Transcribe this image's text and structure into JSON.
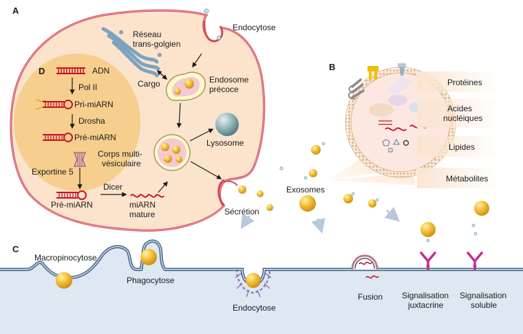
{
  "panels": {
    "a": "A",
    "b": "B",
    "c": "C",
    "d": "D"
  },
  "cell": {
    "endocytose": "Endocytose",
    "reseau_line1": "Réseau",
    "reseau_line2": "trans-golgien",
    "cargo": "Cargo",
    "endosome_line1": "Endosome",
    "endosome_line2": "précoce",
    "corps_line1": "Corps multi-",
    "corps_line2": "vésiculaire",
    "lysosome": "Lysosome",
    "secretion": "Sécrétion"
  },
  "mirna": {
    "adn": "ADN",
    "pol2": "Pol II",
    "pri": "Pri-miARN",
    "drosha": "Drosha",
    "pre1": "Pré-miARN",
    "exportine": "Exportine 5",
    "pre2": "Pré-miARN",
    "dicer": "Dicer",
    "mature_line1": "miARN",
    "mature_line2": "mature"
  },
  "exosome": {
    "label": "Exosomes",
    "contents": [
      "Protéines",
      "Acides nucléiques",
      "Lipides",
      "Métabolites"
    ],
    "contents_lines": [
      [
        "Protéines"
      ],
      [
        "Acides",
        "nucléiques"
      ],
      [
        "Lipides"
      ],
      [
        "Métabolites"
      ]
    ]
  },
  "uptake": {
    "macropinocytose": "Macropinocytose",
    "phagocytose": "Phagocytose",
    "endocytose": "Endocytose",
    "fusion": "Fusion",
    "juxta_line1": "Signalisation",
    "juxta_line2": "juxtacrine",
    "soluble_line1": "Signalisation",
    "soluble_line2": "soluble"
  },
  "colors": {
    "cell_fill": "#fbe3cc",
    "cell_stroke": "#d2485a",
    "nucleus_fill": "#f6cf8e",
    "exosome_gold": "#f2b32a",
    "recipient_fill": "#dde8f2",
    "recipient_stroke": "#3c5a78",
    "rna_red": "#c8102e",
    "receptor_magenta": "#c42e8f"
  }
}
